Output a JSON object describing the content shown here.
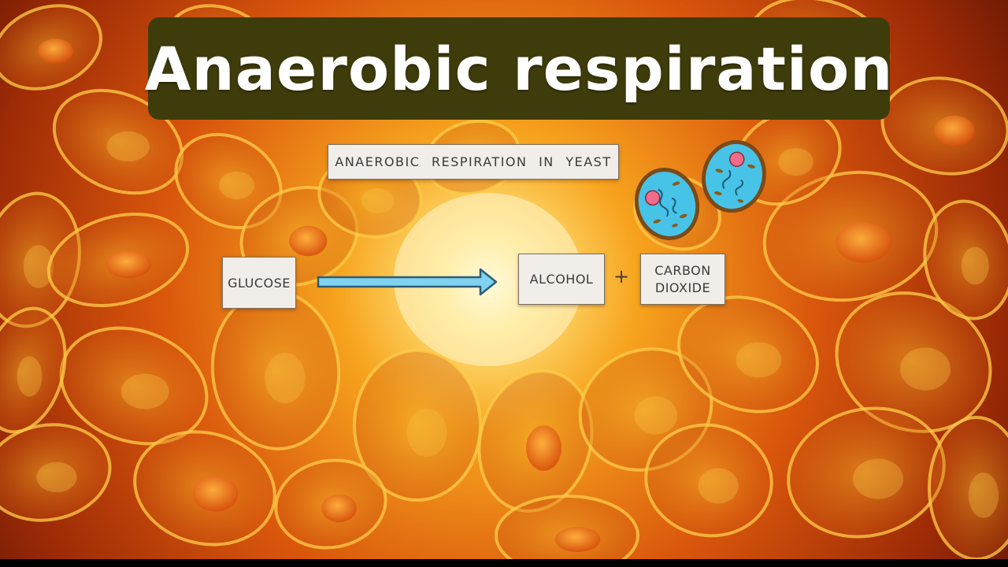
{
  "title": "Anaerobic respiration",
  "subtitle": "ANAEROBIC RESPIRATION IN YEAST",
  "equation": {
    "reactant": "GLUCOSE",
    "product_1": "ALCOHOL",
    "operator": "+",
    "product_2_line1": "CARBON",
    "product_2_line2": "DIOXIDE"
  },
  "colors": {
    "banner": "#3f3c0c",
    "arrow": "#7fd3f0",
    "yeast_cell": "#47c3e8",
    "background": "#e06a10"
  },
  "icons": [
    "right-arrow-icon",
    "yeast-cell-icon"
  ]
}
